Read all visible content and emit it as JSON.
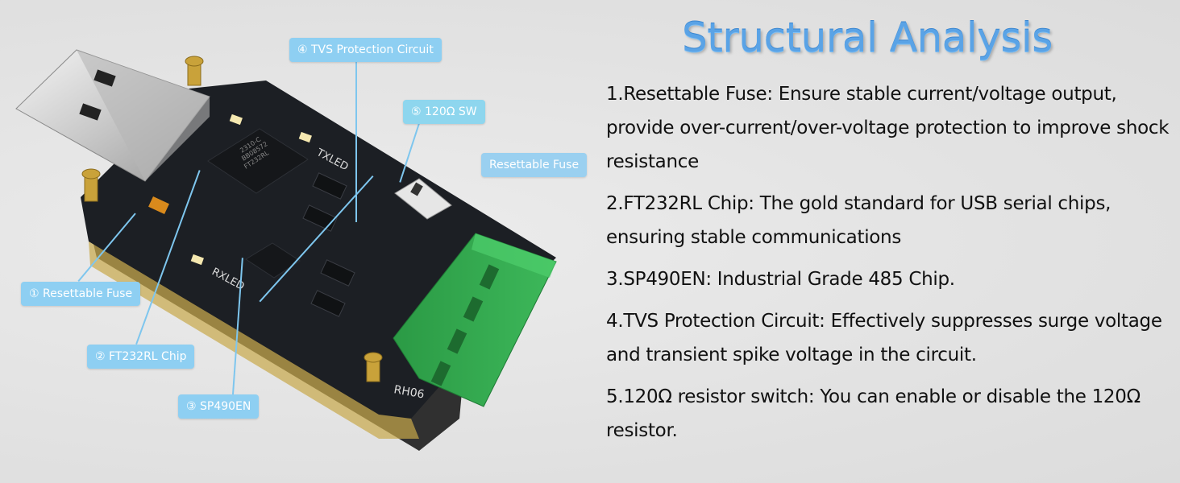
{
  "title": "Structural Analysis",
  "items": [
    "1.Resettable Fuse: Ensure stable current/voltage output, provide over-current/over-voltage protection to improve shock resistance",
    "2.FT232RL Chip: The gold standard for USB serial chips, ensuring stable communications",
    "3.SP490EN: Industrial Grade 485 Chip.",
    "4.TVS Protection Circuit: Effectively suppresses surge voltage and transient spike voltage in the circuit.",
    "5.120Ω resistor switch: You can enable or disable the 120Ω resistor."
  ],
  "callouts": {
    "tvs": "④ TVS Protection Circuit",
    "sw": "⑤ 120Ω SW",
    "fuse_right": "Resettable Fuse",
    "fuse_left": "① Resettable Fuse",
    "ft232": "② FT232RL Chip",
    "sp490": "③ SP490EN"
  },
  "board": {
    "silk_tx": "TXLED",
    "silk_rx": "RXLED",
    "model": "RH06",
    "chip_text_1": "2310-C",
    "chip_text_2": "BB08572",
    "chip_text_3": "FT232RL"
  },
  "colors": {
    "title": "#5aa3e6",
    "callout_bg": "#8ecff2",
    "pcb": "#1c1f24",
    "terminal": "#2fa24a"
  }
}
